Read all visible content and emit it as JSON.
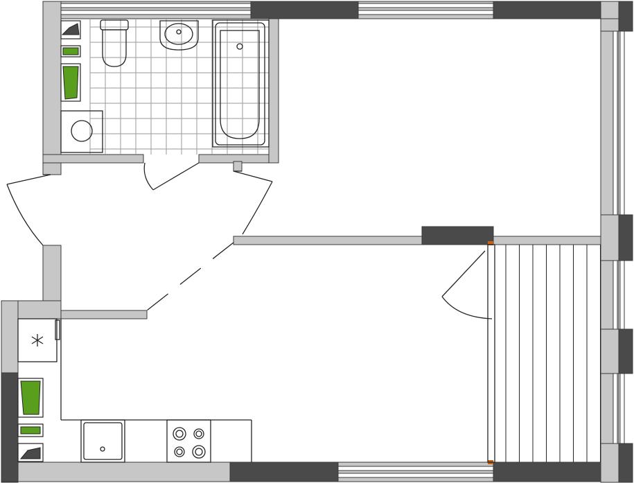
{
  "plan": {
    "colors": {
      "background": "#ffffff",
      "wall_light": "#c7c7c7",
      "wall_dark": "#4a4a4a",
      "wall_stroke": "#3a3a3a",
      "line": "#222222",
      "tile": "#9a9a9a",
      "storage_accent": "#5a9e1e",
      "door_hinge": "#c4621a"
    },
    "rooms": [
      {
        "id": "bathroom",
        "fixtures": [
          "toilet",
          "washbasin",
          "bathtub",
          "washing-machine"
        ]
      },
      {
        "id": "hallway",
        "fixtures": []
      },
      {
        "id": "bedroom",
        "fixtures": []
      },
      {
        "id": "kitchen-living",
        "fixtures": [
          "sink",
          "cooktop",
          "ventilation-shaft"
        ]
      },
      {
        "id": "loggia",
        "fixtures": []
      }
    ]
  }
}
